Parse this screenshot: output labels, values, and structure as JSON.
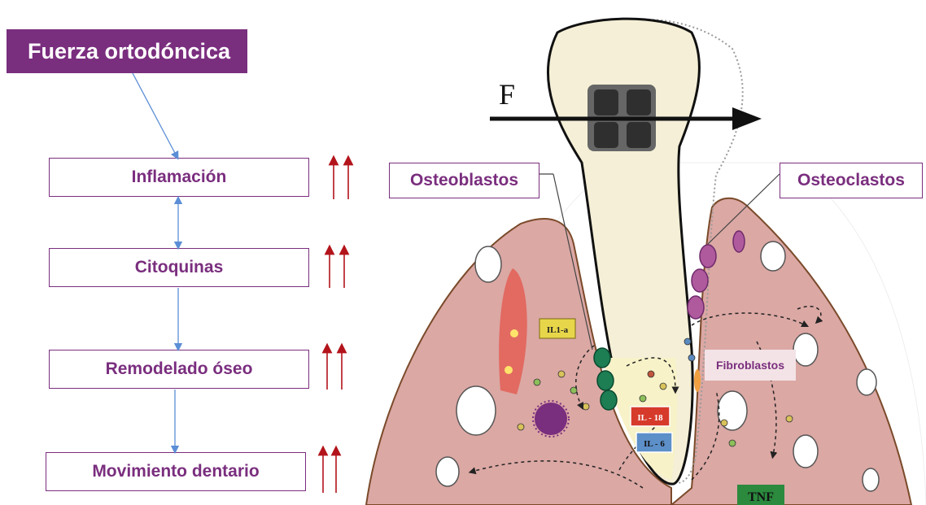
{
  "flowchart": {
    "title": "Fuerza ortodóncica",
    "steps": [
      {
        "label": "Inflamación"
      },
      {
        "label": "Citoquinas"
      },
      {
        "label": "Remodelado óseo"
      },
      {
        "label": "Movimiento dentario"
      }
    ]
  },
  "illustration": {
    "force_label": "F",
    "osteoblasts_label": "Osteoblastos",
    "osteoclasts_label": "Osteoclastos",
    "fibroblasts_label": "Fibroblastos",
    "markers": {
      "il1a": "IL1-a",
      "il18": "IL - 18",
      "il6": "IL - 6",
      "tnf": "TNF"
    }
  },
  "colors": {
    "brand_purple": "#7a2e7e",
    "arrow_red": "#b3141b",
    "connector_blue": "#5b8ed6",
    "gum": "#dba8a4",
    "tooth": "#f4efd6"
  }
}
